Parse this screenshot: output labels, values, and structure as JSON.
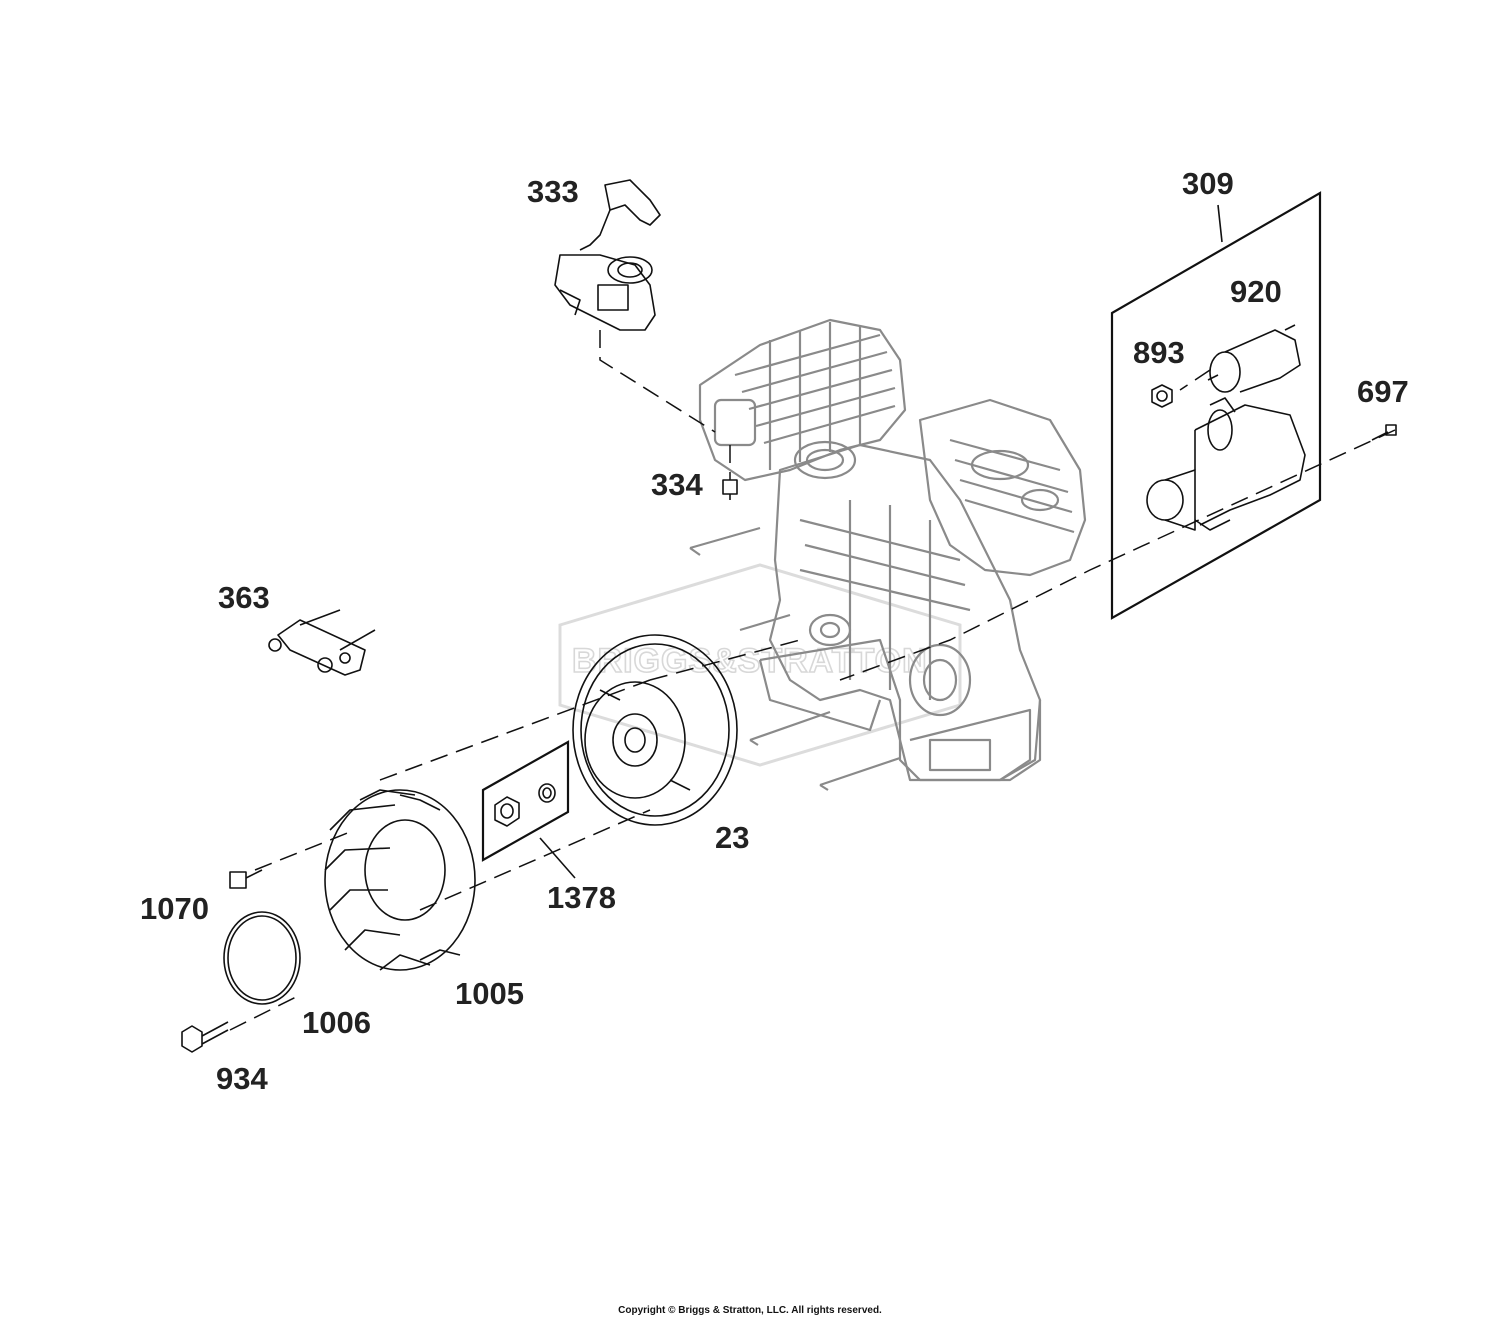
{
  "callouts": {
    "c333": "333",
    "c309": "309",
    "c920": "920",
    "c893": "893",
    "c697": "697",
    "c334": "334",
    "c363": "363",
    "c23": "23",
    "c1378": "1378",
    "c1070": "1070",
    "c1005": "1005",
    "c1006": "1006",
    "c934": "934"
  },
  "watermark": "BRIGGS&STRATTON",
  "copyright": "Copyright © Briggs & Stratton, LLC. All rights reserved."
}
